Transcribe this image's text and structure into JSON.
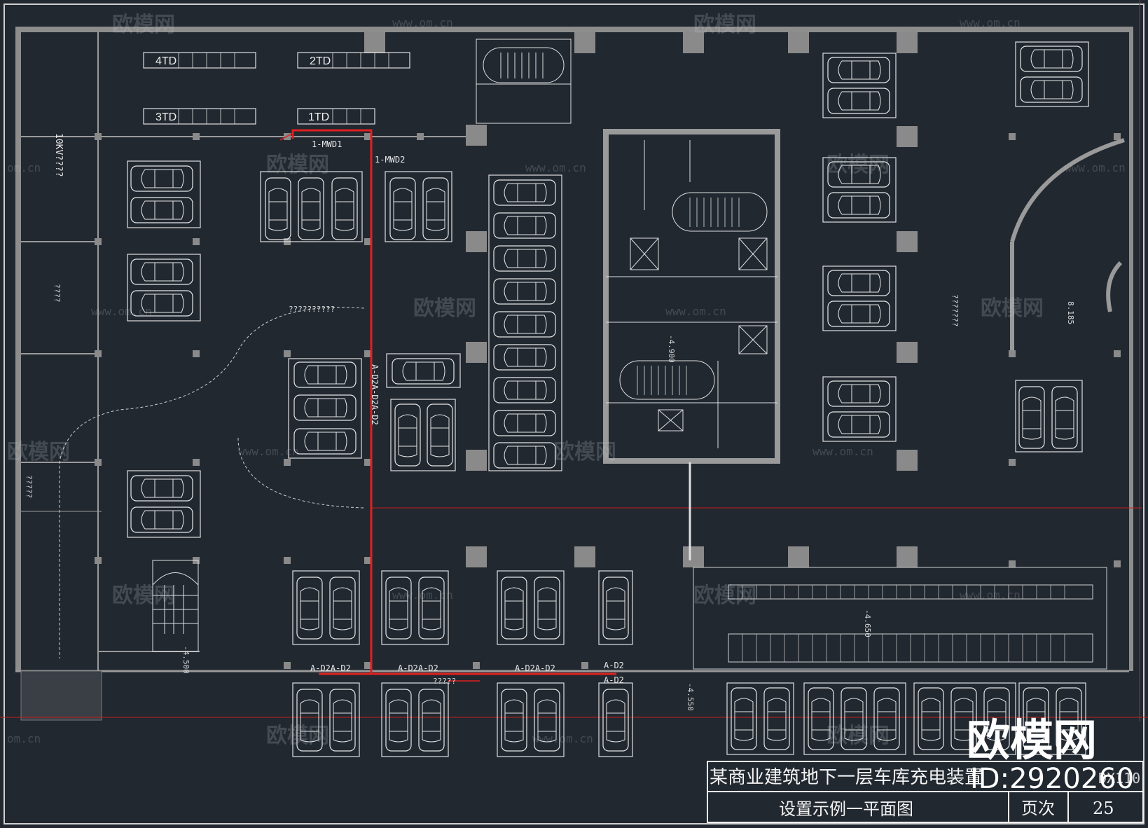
{
  "drawing": {
    "title_line1": "某商业建筑地下一层车库充电装置",
    "title_line2": "设置示例一平面图",
    "figure_code": "DX110",
    "page_label": "页次",
    "page_number": "25"
  },
  "rooms": {
    "hv_room": "10KV????",
    "left_room": "????",
    "lower_left_room": "?????",
    "td_4": "4TD",
    "td_3": "3TD",
    "td_2": "2TD",
    "td_1": "1TD",
    "ramp_note": "??????????",
    "right_note": "???????"
  },
  "circuits": {
    "mwd1": "1-MWD1",
    "mwd2": "1-MWD2",
    "feeder_vertical": "A-D2A-D2A-D2",
    "feeder_a": "A-D2A-D2",
    "feeder_b": "A-D2A-D2",
    "feeder_c": "A-D2A-D2",
    "feeder_d1": "A-D2",
    "feeder_d2": "A-D2",
    "note_bottom": "?????"
  },
  "elevations": {
    "e1": "-4.900",
    "e2": "-4.650",
    "e3": "-4.550",
    "e4": "-4.500",
    "e5": "8.185"
  },
  "watermark": {
    "brand": "欧模网",
    "url": "www.om.cn",
    "url_short": "om.cn",
    "big_brand": "欧模网",
    "big_id": "ID:2920260"
  }
}
